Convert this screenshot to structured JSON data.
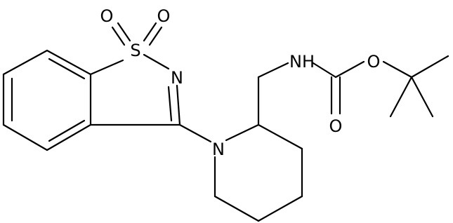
{
  "molecule": {
    "atoms": {
      "o1": "O",
      "o2": "O",
      "s": "S",
      "n_ring": "N",
      "n_pip": "N",
      "nh": "NH",
      "o_ester": "O",
      "o_carbonyl": "O"
    },
    "colors": {
      "bond": "#000000",
      "label": "#000000",
      "background": "#ffffff"
    }
  }
}
